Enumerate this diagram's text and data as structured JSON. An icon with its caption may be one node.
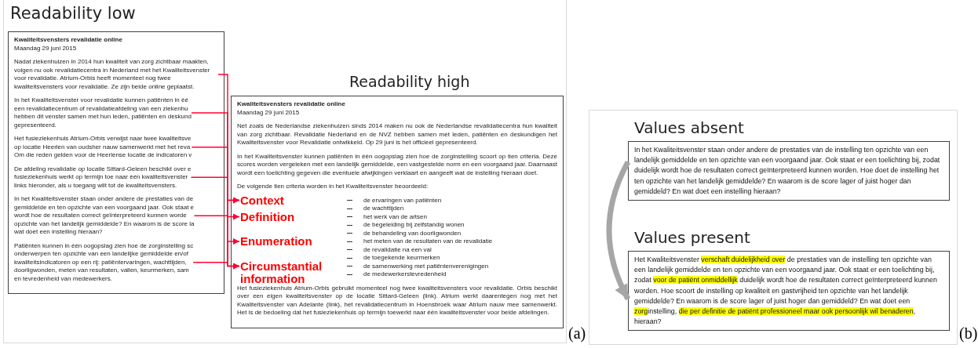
{
  "diagram": {
    "nodes": [
      {
        "text": [
          "Readability low",
          "Kwaliteitsvensters revalidatie online",
          "Maandag 29 juni 2015"
        ]
      },
      {
        "text": [
          "Nadat ziekenhuizen in 2014 hun kwaliteit van zorg zichtbaar maakten, volgen nu ook revalidatiecentra in Nederland met het Kwaliteitsvenster voor revalidatie. Atrium-Orbis heeft momenteel nog twee kwaliteitsvensters voor revalidatie. Ze zijn beide online geplaatst."
        ],
        "in": 0
      },
      {
        "text": [
          "In het Kwaliteitsvenster voor revalidatie kunnen patiënten in éé",
          "een revalidatiecentrum of revalidatieafdeling van een ziekenhu",
          "hebben dit venster samen met hun leden, patiënten en deskund",
          "gepresenteerd."
        ],
        "in": 0
      },
      {
        "text": [
          "Het fusieziekenhuis Atrium-Orbis verwijst naar twee kwaliteitsve",
          "op locatie Heerlen van oudsher nauw samenwerkt met het reva",
          "Om die reden gelden voor de Heerlense locatie de indicatoren v"
        ],
        "in": 0
      },
      {
        "text": [
          "De afdeling revalidatie op locatie Sittard-Geleen beschikt over e",
          "fusieziekenhuis werkt op termijn toe naar één kwaliteitsvenster",
          "links hieronder, als u toegang wilt tot de kwaliteitsvensters."
        ],
        "in": 0
      },
      {
        "text": [
          "In het Kwaliteitsvenster staan onder andere de prestaties van de",
          "gemiddelde en ten opzichte van een voorgaand jaar. Ook staat e",
          "wordt hoe de resultaten correct geïnterpreteerd kunnen worde",
          "opzichte van het landelijk gemiddelde? En waarom is de score la",
          "wat doet een instelling hieraan?"
        ],
        "in": 0
      },
      {
        "text": [
          "Patiënten kunnen in één oogopslag zien hoe de zorginstelling sc",
          "onderwerpen ten opzichte van een landelijke gemiddelde en/of",
          "kwaliteitsindicatoren op een rij: patiëntervaringen, wachttijden,",
          "doorligwonden, meten van resultaten, vallen, keurmerken, sam",
          "en tevredenheid van medewerkers."
        ],
        "in": 0
      },
      {
        "text": [
          "Readability high",
          "Kwaliteitsvensters revalidatie online",
          "Maandag 29 juni 2015",
          "Net zoals de Nederlandse ziekenhuizen sinds 2014 maken nu ook de Nederlandse revalidatiecentra hun kwaliteit van zorg zichtbaar. Revalidatie Nederland en de NVZ hebben samen met leden, patiënten en deskundigen het Kwaliteitsvenster voor Revalidatie ontwikkeld. Op 29 juni is het officieel gepresenteerd.",
          "In het Kwaliteitsvenster kunnen patiënten in één oogopslag zien hoe de zorginstelling scoort op tien criteria. Deze scores worden vergeleken met een landelijk gemiddelde, een vastgestelde norm en een voorgaand jaar. Daarnaast wordt een toelichting gegeven die eventuele afwijkingen verklaart en aangeeft wat de instelling hieraan doet.",
          "De volgende tien criteria worden in het Kwaliteitsvenster beoordeeld:",
          "de ervaringen van patiënten",
          "de wachttijden",
          "het werk van de artsen",
          "de begeleiding bij zelfstandig wonen",
          "de behandeling van doorligwonden",
          "het meten van de resultaten van de revalidatie",
          "de revalidatie na een val",
          "de toegekende keurmerken",
          "de samenwerking met patiëntenverenigingen",
          "de medewerkerstevredenheid",
          "Het fusieziekenhuis Atrium-Orbis gebruikt momenteel nog twee kwaliteitsvensters voor revalidatie. Orbis beschikt over een eigen kwaliteitsvenster op de locatie Sittard-Geleen (link). Atrium werkt daarentegen nog met het Kwaliteitsvenster van Adelante (link), het revalidatiecentrum in Hoensbroek waar Atrium nauw mee samenwerkt. Het is de bedoeling dat het fusieziekenhuis op termijn toewerkt naar één kwaliteitsvenster voor beide afdelingen."
        ]
      },
      {
        "text": [
          "Context"
        ],
        "in": 7
      },
      {
        "text": [
          "Definition"
        ],
        "in": 7
      },
      {
        "text": [
          "Enumeration"
        ],
        "in": 7
      },
      {
        "text": [
          "Circumstantial information"
        ],
        "in": 7
      },
      {
        "text": [
          "Values absent",
          "In het Kwaliteitsvenster staan onder andere de prestaties van de instelling ten opzichte van een landelijk gemiddelde en ten opzichte van een voorgaand jaar. Ook staat er een toelichting bij, zodat duidelijk wordt hoe de resultaten correct geïnterpreteerd kunnen worden. Hoe doet de instelling het ten opzichte van het landelijk gemiddelde? En waarom is de score lager of juist hoger dan gemiddeld? En wat doet een instelling hieraan?"
        ]
      },
      {
        "text": [
          "Values present",
          "Het Kwaliteitsvenster **verschaft duidelijkheid over** de prestaties van de instelling ten opzichte van een landelijk gemiddelde en ten opzichte van een voorgaand jaar. Ook staat er een toelichting bij, zodat **voor de patiënt onmiddellijk** duidelijk wordt hoe de resultaten correct geïnterpreteerd kunnen worden. Hoe scoort de instelling op kwaliteit en gastvrijheid ten opzichte van het landelijk gemiddelde? En waarom is de score lager of juist hoger dan gemiddeld? En wat doet een **zorg**instelling, **die per definitie de patiënt professioneel maar ook persoonlijk wil benaderen**, hieraan?"
        ]
      }
    ],
    "edges": [
      {
        "from": 1,
        "to": 8,
        "arrow": "to"
      },
      {
        "from": 2,
        "to": 8,
        "arrow": "to"
      },
      {
        "from": 5,
        "to": 9,
        "arrow": "to"
      },
      {
        "from": 6,
        "to": 10,
        "arrow": "to"
      },
      {
        "from": 3,
        "to": 11,
        "arrow": "to"
      },
      {
        "from": 4,
        "to": 11,
        "arrow": "to"
      },
      {
        "from": 12,
        "to": 13,
        "arrow": "to",
        "style": "thick",
        "color": "#a6a6a6"
      }
    ],
    "labels": [
      "(a)",
      "(b)"
    ]
  }
}
